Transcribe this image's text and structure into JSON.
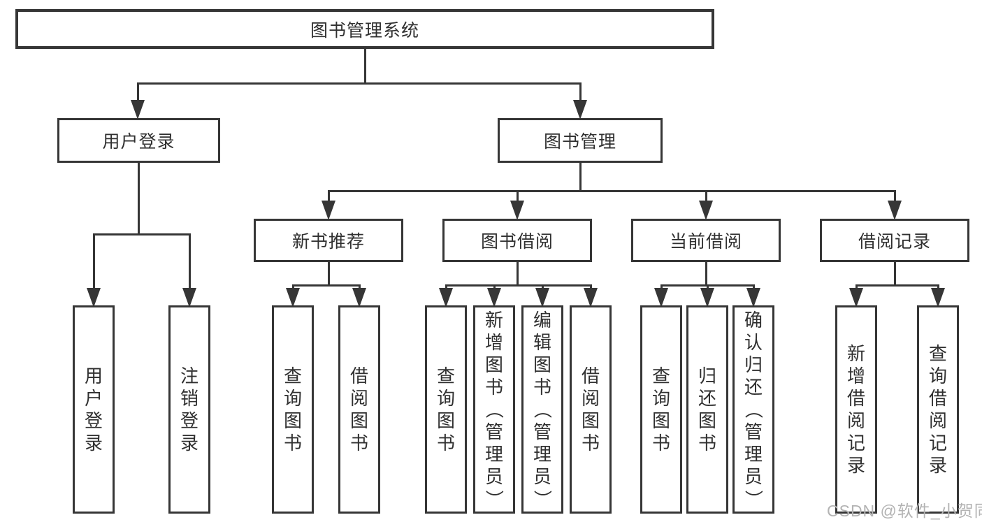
{
  "colors": {
    "line": "#363636",
    "box_border": "#363636",
    "box_fill": "#ffffff",
    "text": "#303030",
    "watermark": "#b3b3b3"
  },
  "watermark": {
    "text": "CSDN @软件_小贺同学"
  },
  "tree": {
    "label": "图书管理系统",
    "children": [
      {
        "label": "用户登录",
        "children": [
          {
            "label": "用户登录"
          },
          {
            "label": "注销登录"
          }
        ]
      },
      {
        "label": "图书管理",
        "children": [
          {
            "label": "新书推荐",
            "children": [
              {
                "label": "查询图书"
              },
              {
                "label": "借阅图书"
              }
            ]
          },
          {
            "label": "图书借阅",
            "children": [
              {
                "label": "查询图书"
              },
              {
                "label": "新增图书（管理员）"
              },
              {
                "label": "编辑图书（管理员）"
              },
              {
                "label": "借阅图书"
              }
            ]
          },
          {
            "label": "当前借阅",
            "children": [
              {
                "label": "查询图书"
              },
              {
                "label": "归还图书"
              },
              {
                "label": "确认归还（管理员）"
              }
            ]
          },
          {
            "label": "借阅记录",
            "children": [
              {
                "label": "新增借阅记录"
              },
              {
                "label": "查询借阅记录"
              }
            ]
          }
        ]
      }
    ]
  }
}
